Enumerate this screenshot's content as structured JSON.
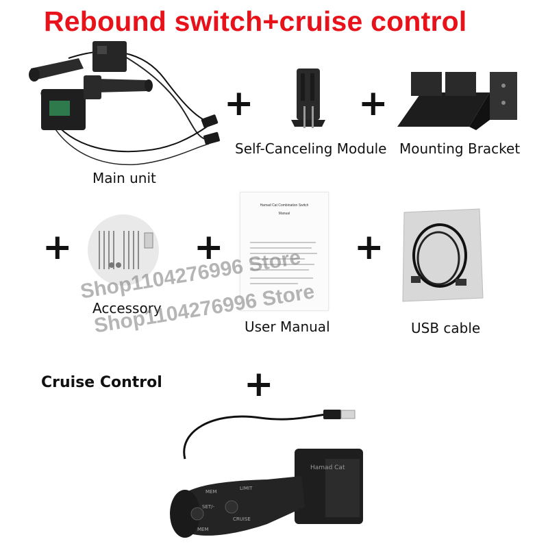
{
  "title": "Rebound switch+cruise control",
  "items": {
    "main_unit": "Main unit",
    "self_canceling_module": "Self-Canceling Module",
    "mounting_bracket": "Mounting Bracket",
    "accessory": "Accessory",
    "user_manual": "User Manual",
    "usb_cable": "USB cable",
    "cruise_control": "Cruise Control"
  },
  "plus_sign": "+",
  "watermark": "Shop1104276996 Store",
  "manual": {
    "title": "Hamad Cat Combination Switch",
    "subtitle": "Manual"
  },
  "cruise_device": {
    "side_text": "Hamad Cat",
    "stalk_labels": [
      "MEM",
      "LIMIT",
      "SET/-",
      "CRUISE",
      "MEM"
    ]
  },
  "colors": {
    "title": "#e8121b",
    "text": "#111111",
    "watermark": "#787878"
  }
}
